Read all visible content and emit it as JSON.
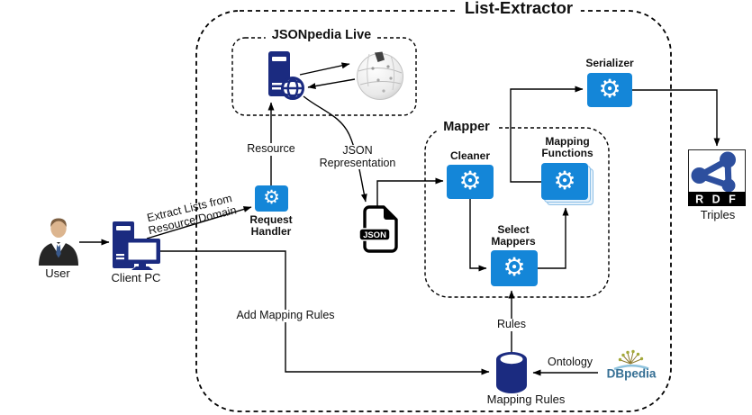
{
  "diagram": {
    "title": "List-Extractor",
    "containers": {
      "jsonpedia_live": "JSONpedia Live",
      "mapper": "Mapper"
    },
    "components": {
      "request_handler": {
        "line1": "Request",
        "line2": "Handler"
      },
      "cleaner": "Cleaner",
      "mapping_functions": {
        "line1": "Mapping",
        "line2": "Functions"
      },
      "select_mappers": {
        "line1": "Select",
        "line2": "Mappers"
      },
      "serializer": "Serializer"
    },
    "actors": {
      "user": "User",
      "client_pc": "Client PC"
    },
    "artifacts": {
      "json_file": "JSON",
      "rdf_letters": "R D F",
      "triples": "Triples",
      "mapping_rules_db": "Mapping Rules",
      "dbpedia": "DBpedia"
    },
    "edge_labels": {
      "extract_line1": "Extract Lists from",
      "extract_line2": "Resource/Domain",
      "resource": "Resource",
      "json_rep_line1": "JSON",
      "json_rep_line2": "Representation",
      "add_mapping_rules": "Add Mapping Rules",
      "rules": "Rules",
      "ontology": "Ontology"
    },
    "icons": {
      "gear": "⚙"
    },
    "colors": {
      "accent": "#1486d8",
      "navy": "#1b2b80",
      "rdf-blue": "#2d4f9e",
      "dbpedia-blue": "#356f94",
      "line": "#000000"
    }
  }
}
